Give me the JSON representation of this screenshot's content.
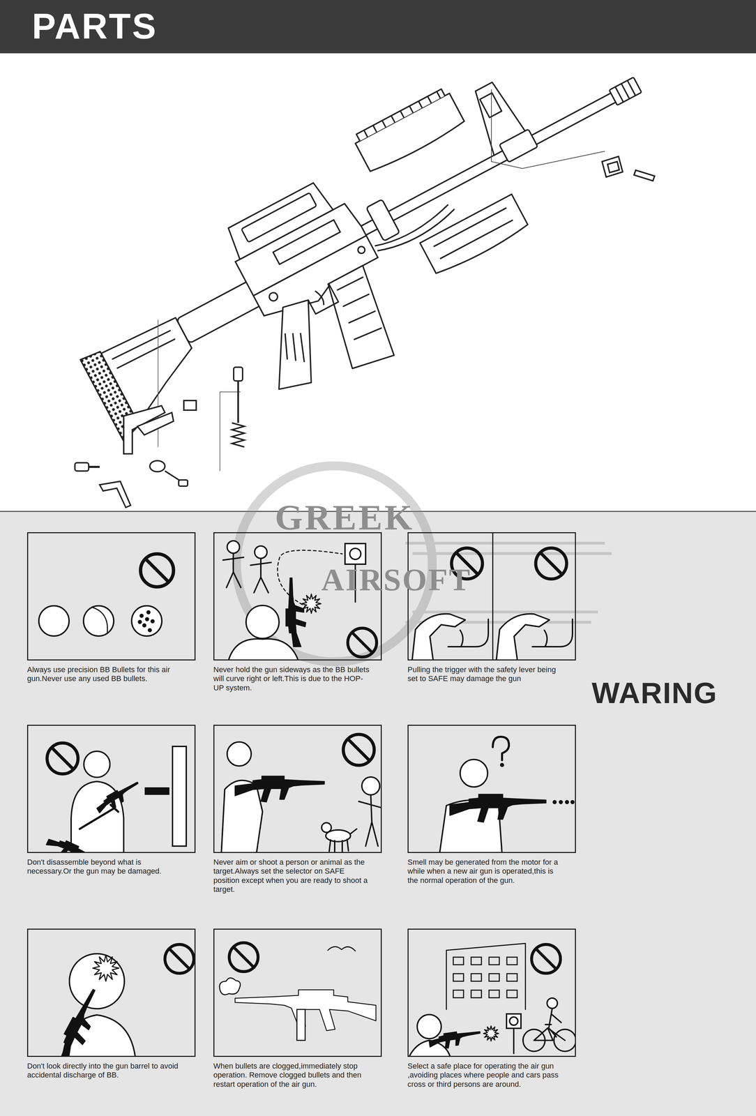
{
  "diagram": {
    "title": "PARTS",
    "nodes": [
      {
        "text": [
          "Always use precision BB Bullets for this air gun.Never use any used BB bullets."
        ]
      },
      {
        "text": [
          "Never hold the gun sideways as the BB bullets will curve right or left.This is due to the HOP-UP system."
        ]
      },
      {
        "text": [
          "Pulling the trigger with the safety lever being set to SAFE may damage the gun"
        ]
      },
      {
        "text": [
          "Don't disassemble beyond what is necessary.Or the gun may be damaged."
        ]
      },
      {
        "text": [
          "Never aim or shoot a person or animal as the target.Always set the selector on SAFE position except when you are ready to shoot a target."
        ]
      },
      {
        "text": [
          "Smell may be generated from the motor for a while when a new air gun is operated,this is the normal operation of the gun."
        ]
      },
      {
        "text": [
          "Don't look directly into the gun barrel to avoid accidental discharge of BB."
        ]
      },
      {
        "text": [
          "When bullets are clogged,immediately stop operation. Remove clogged bullets and then restart operation of the air gun."
        ]
      },
      {
        "text": [
          "Select a safe place for operating the air gun ,avoiding places where people and cars pass cross or third persons are around."
        ]
      }
    ],
    "labels": [
      "GREEK",
      "AIRSOFT",
      "WARING"
    ]
  }
}
